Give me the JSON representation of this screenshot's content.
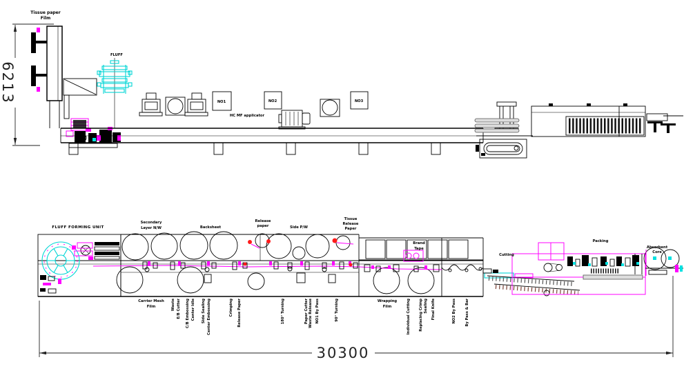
{
  "colors": {
    "line": "#000000",
    "magenta": "#ff00ff",
    "cyan": "#00d5d5",
    "red": "#ff1a1a",
    "dim_text": "#222222"
  },
  "top_view": {
    "unwinder_label_line1": "Tissue paper",
    "unwinder_label_line2": "Film",
    "fluff_label": "FLUFF",
    "applicator_label": "HC MF applicator",
    "station_boxes": [
      "NO1",
      "NO2",
      "NO3"
    ],
    "height_dimension": "6213"
  },
  "bottom_view": {
    "unit_label": "FLUFF FORMING UNIT",
    "secondary_layer_line1": "Secondary",
    "secondary_layer_line2": "Layer N/W",
    "backsheet": "Backsheet",
    "release_paper_line1": "Release",
    "release_paper_line2": "paper",
    "side_pw": "Side P/W",
    "tissue_release_line1": "Tissue",
    "tissue_release_line2": "Release",
    "tissue_release_line3": "Paper",
    "brand_tape_line1": "Brand",
    "brand_tape_line2": "Tape",
    "carrier_mesh_line1": "Carrier Mesh",
    "carrier_mesh_line2": "Film",
    "wrapping_film_line1": "Wrapping",
    "wrapping_film_line2": "Film",
    "cutting": "Cutting",
    "packing": "Packing",
    "absorbent_line1": "Absorbent",
    "absorbent_line2": "Core",
    "process_labels": [
      "Waste",
      "E/B Cutter",
      "C/B Embossing",
      "Center Idle",
      "Side Sealing",
      "Center Embossing",
      "Crimping",
      "Release Paper",
      "180° Turning",
      "Paper Cutter",
      "Waste Release",
      "NO1 By Pass",
      "90° Turning",
      "Individual Cutting",
      "Replacing Crimp",
      "Sealing",
      "Final Knife",
      "NO2 By Pass",
      "By Pass & Bar"
    ],
    "length_dimension": "30300"
  }
}
